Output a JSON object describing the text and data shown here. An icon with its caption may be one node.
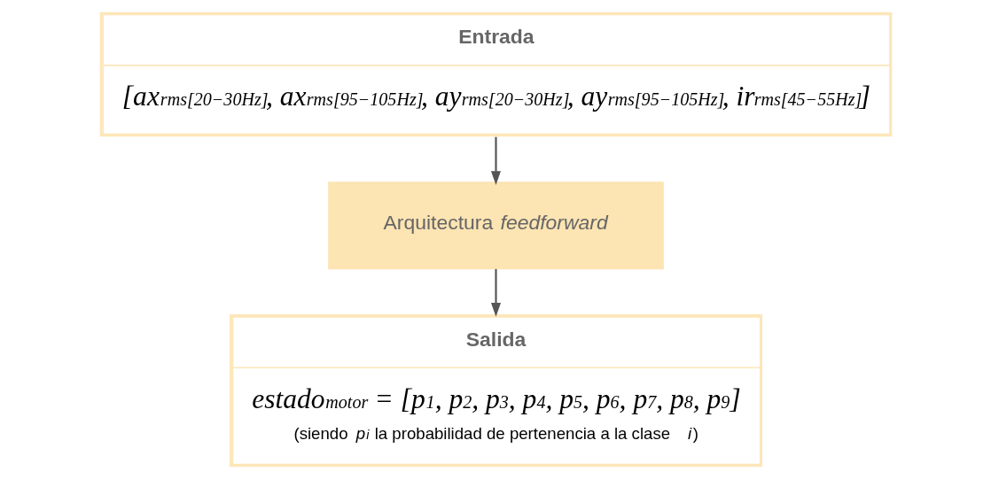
{
  "diagram": {
    "nodes": [
      {
        "text": [
          "Entrada",
          "[ax$_{rms[20−30Hz]}$, ax$_{rms[95−105Hz]}$, ay$_{rms[20−30Hz]}$, ay$_{rms[95−105Hz]}$, ir$_{rms[45−55Hz]}$]"
        ]
      },
      {
        "text": [
          "Arquitectura *feedforward*"
        ]
      },
      {
        "text": [
          "Salida",
          "estado$_{motor}$ = [p$_{1}$, p$_{2}$, p$_{3}$, p$_{4}$, p$_{5}$, p$_{6}$, p$_{7}$, p$_{8}$, p$_{9}$]",
          "(siendo *p*$_{i}$ la probabilidad de pertenencia a la clase *i*)"
        ]
      }
    ],
    "edges": [
      {
        "from": 0,
        "to": 1,
        "arrow": "to"
      },
      {
        "from": 1,
        "to": 2,
        "arrow": "to"
      }
    ]
  }
}
